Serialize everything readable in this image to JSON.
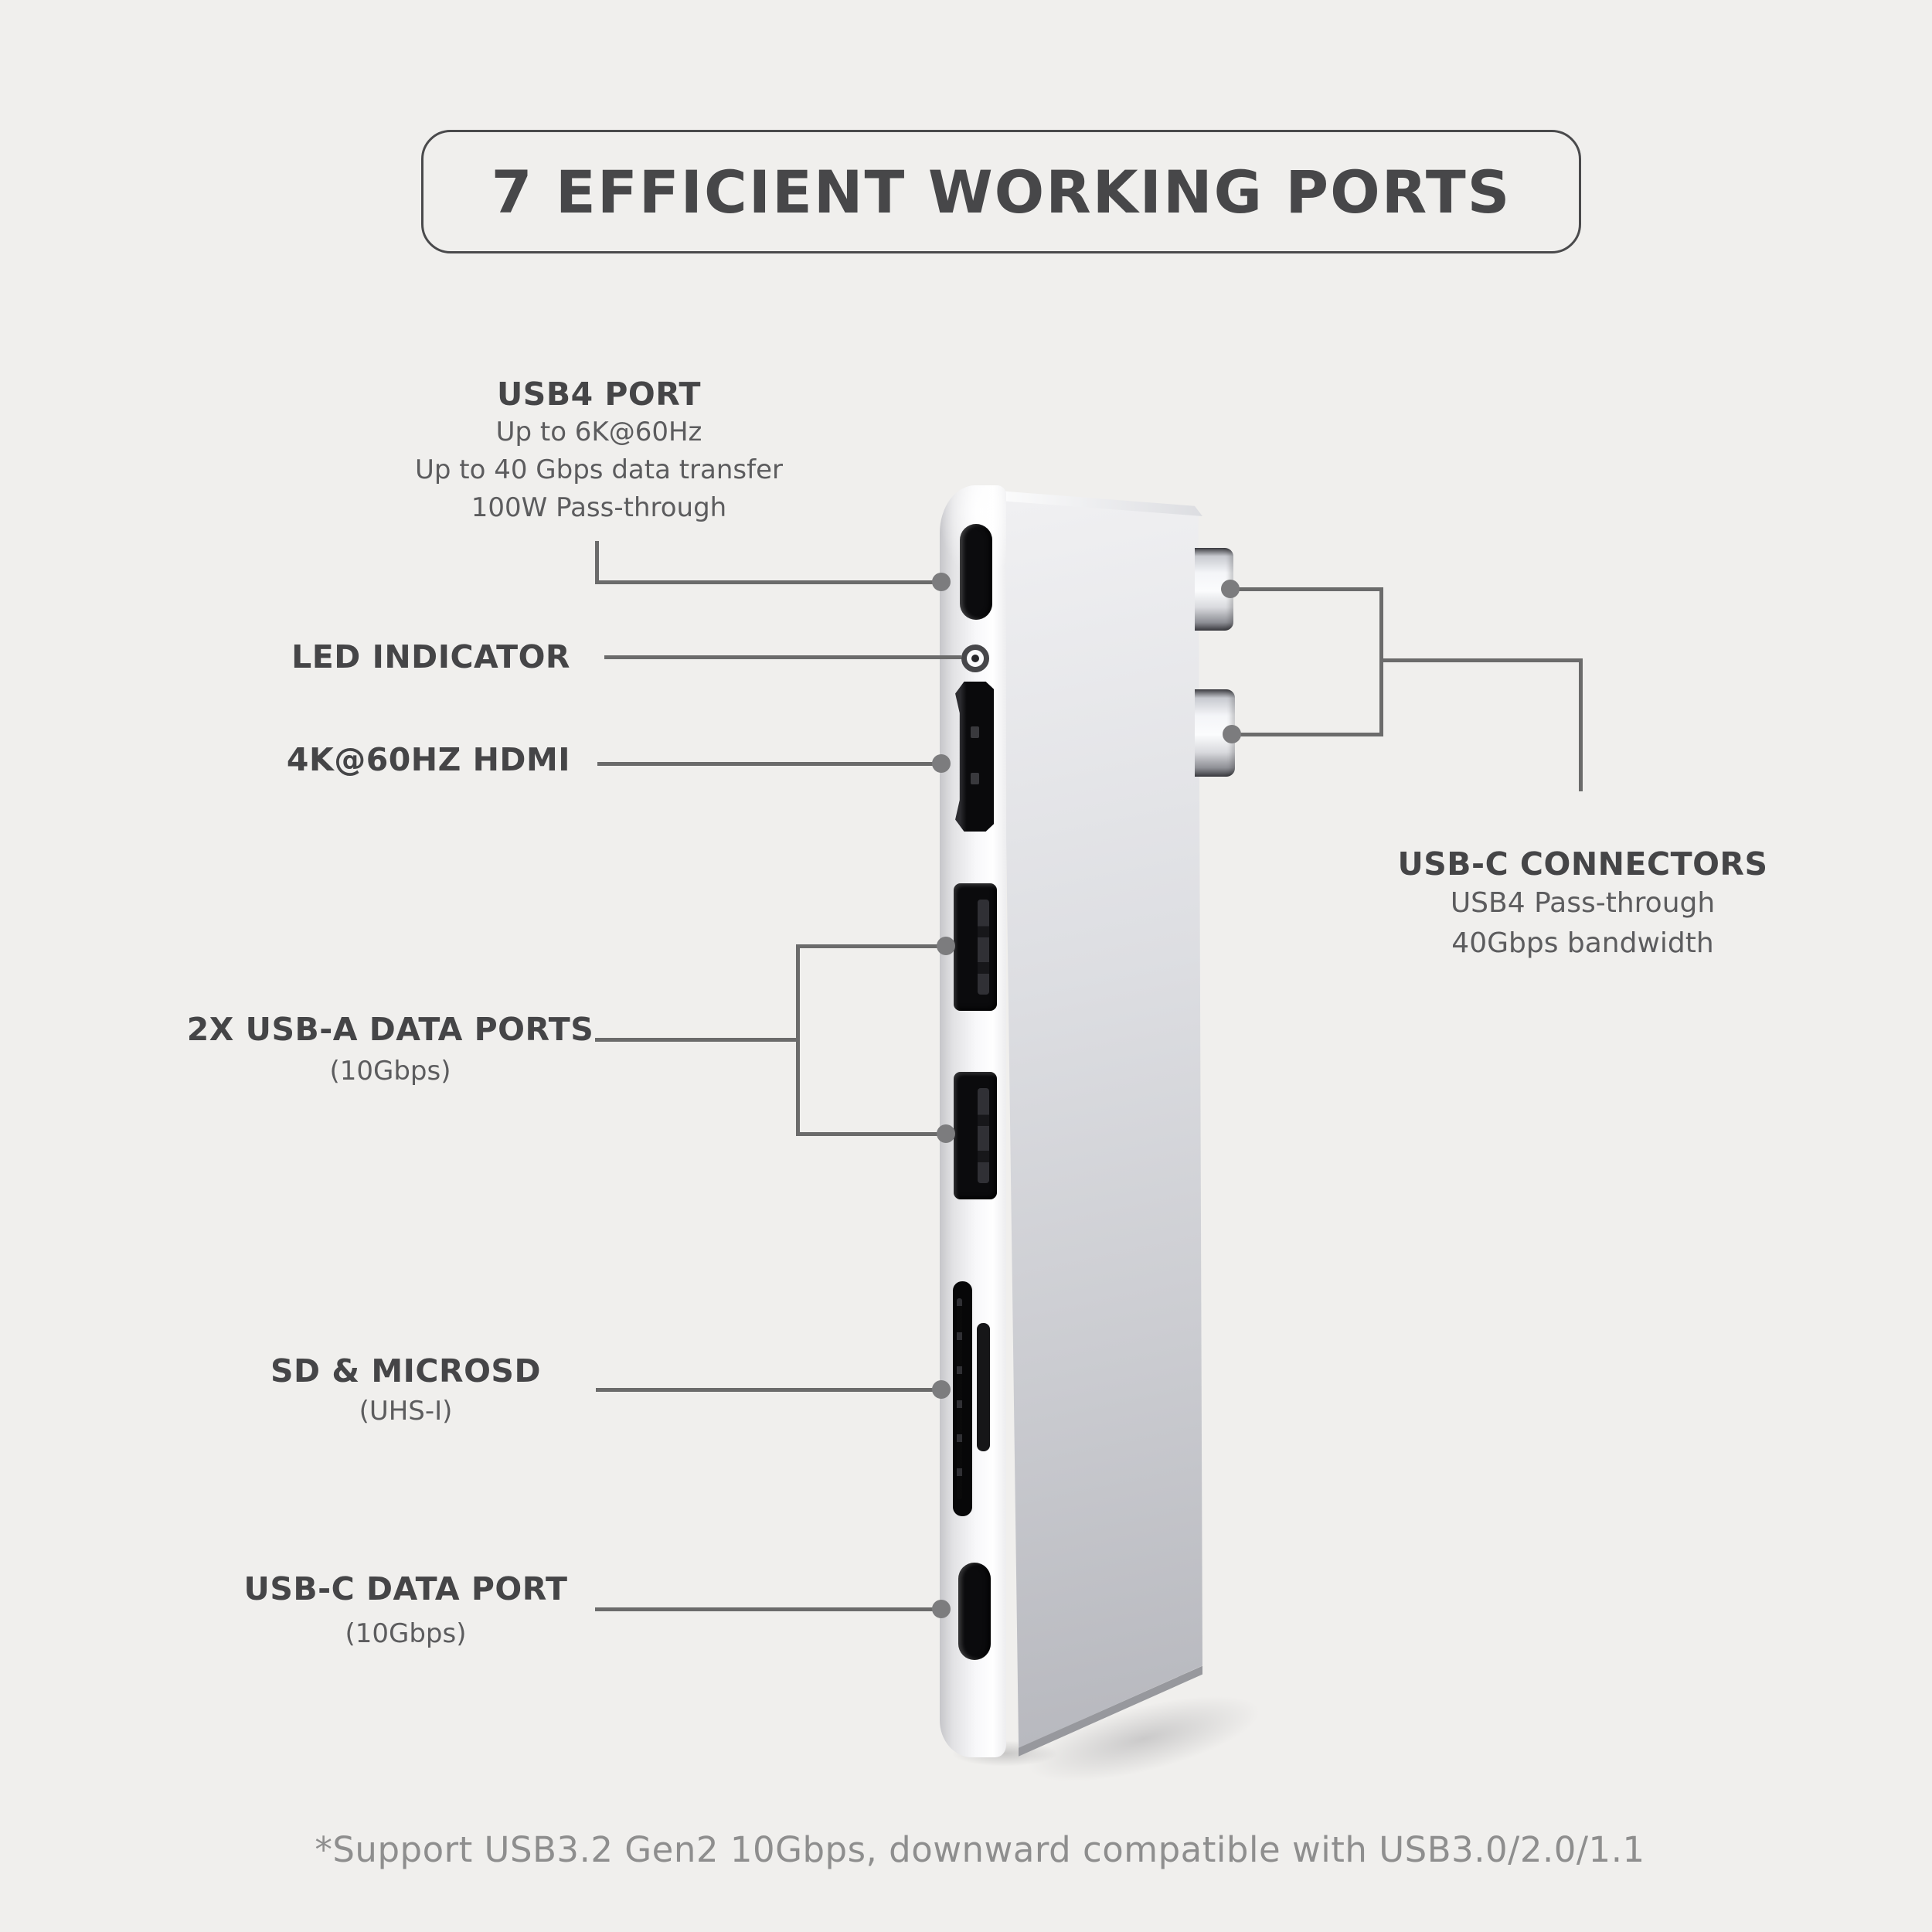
{
  "title": "7 EFFICIENT WORKING PORTS",
  "callouts": {
    "usb4_port": {
      "heading": "USB4 PORT",
      "details": [
        "Up to 6K@60Hz",
        "Up to 40 Gbps data transfer",
        "100W Pass-through"
      ]
    },
    "led_indicator": {
      "heading": "LED INDICATOR"
    },
    "hdmi": {
      "heading": "4K@60HZ HDMI"
    },
    "usb_a": {
      "heading": "2X USB-A DATA PORTS",
      "sub": "(10Gbps)"
    },
    "sd_card": {
      "heading": "SD & MICROSD",
      "sub": "(UHS-I)"
    },
    "usb_c_data": {
      "heading": "USB-C DATA PORT",
      "sub": "(10Gbps)"
    },
    "usb_c_connectors": {
      "heading": "USB-C CONNECTORS",
      "details": [
        "USB4 Pass-through",
        "40Gbps bandwidth"
      ]
    }
  },
  "footnote": "*Support USB3.2 Gen2 10Gbps, downward compatible with USB3.0/2.0/1.1",
  "device": {
    "front_ports": [
      "usb4-port",
      "led-indicator",
      "hdmi-port",
      "usb-a-port-1",
      "usb-a-port-2",
      "sd-slot",
      "microsd-slot",
      "usb-c-data-port"
    ],
    "side_connectors": [
      "usb-c-plug-upper",
      "usb-c-plug-lower"
    ]
  },
  "colors": {
    "background": "#f0efed",
    "callout_line": "#6b6b6b",
    "heading_text": "#454547",
    "detail_text": "#5c5c5e",
    "footnote_text": "#8e8e8e",
    "title_border": "#4a4a4c",
    "device_silver_light": "#f4f4f6",
    "device_silver_dark": "#b6b7bd",
    "port_black": "#0b0b0d"
  }
}
